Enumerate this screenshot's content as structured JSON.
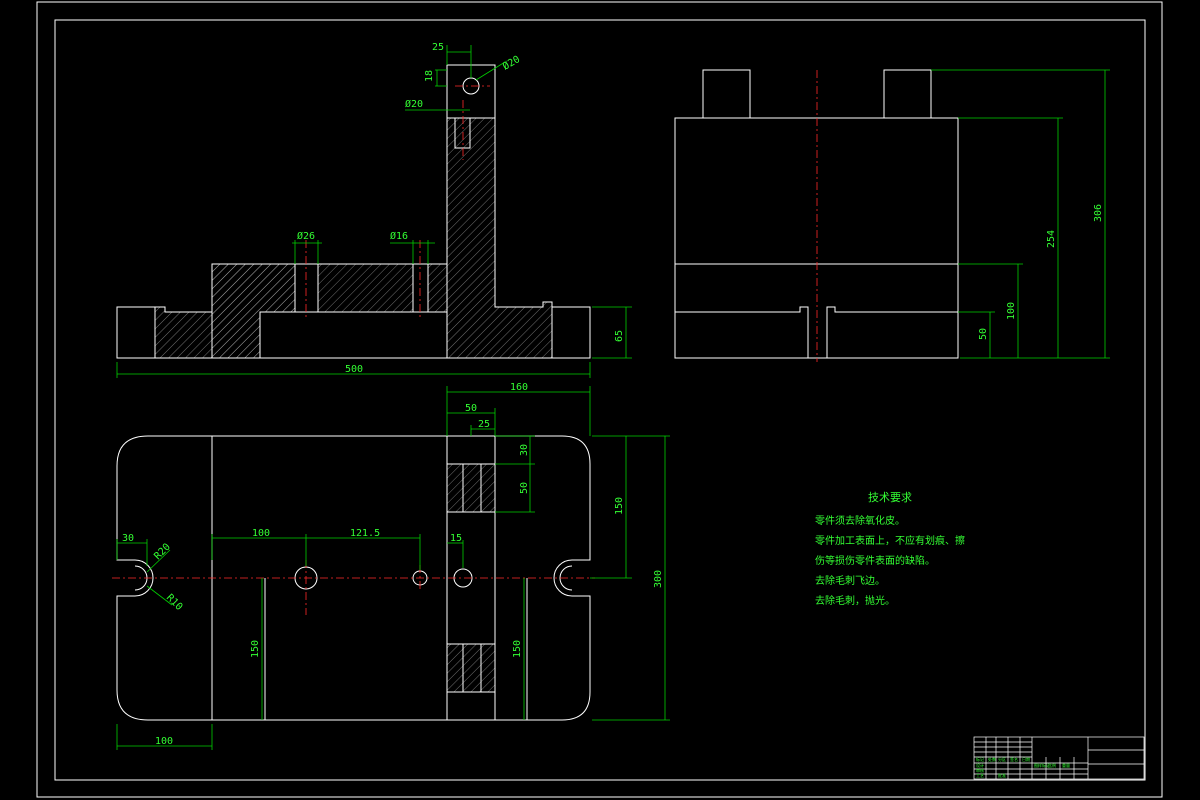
{
  "drawing": {
    "dimensions": {
      "front_view": {
        "top_width": "25",
        "top_height": "18",
        "top_hole": "Ø20",
        "column_hole": "Ø20",
        "hole_large": "Ø26",
        "hole_small": "Ø16",
        "overall_width": "500",
        "base_height": "65"
      },
      "side_view": {
        "total_height": "306",
        "body_height": "254",
        "lower_height": "100",
        "slot_height": "50"
      },
      "plan_view": {
        "width_160": "160",
        "width_50": "50",
        "width_25": "25",
        "slot_30": "30",
        "slot_50": "50",
        "height_150_upper": "150",
        "total_height": "300",
        "offset_100": "100",
        "offset_121_5": "121.5",
        "gap_15": "15",
        "slot_width_30": "30",
        "radius_r20": "R20",
        "radius_r10": "R10",
        "height_150_left": "150",
        "height_150_right": "150",
        "bottom_100": "100"
      }
    },
    "notes": {
      "title": "技术要求",
      "lines": [
        "零件须去除氧化皮。",
        "零件加工表面上，不应有划痕、擦",
        "伤等损伤零件表面的缺陷。",
        "去除毛刺飞边。",
        "去除毛刺，抛光。"
      ]
    },
    "title_block": {
      "cells": [
        "设计",
        "审核",
        "工艺",
        "批准",
        "标记",
        "处数",
        "分区",
        "签名",
        "日期",
        "比例",
        "重量",
        "图样标记"
      ]
    },
    "colors": {
      "outline": "#ffffff",
      "dimension": "#00d000",
      "centerline": "#ff2a2a",
      "background": "#000000"
    }
  }
}
